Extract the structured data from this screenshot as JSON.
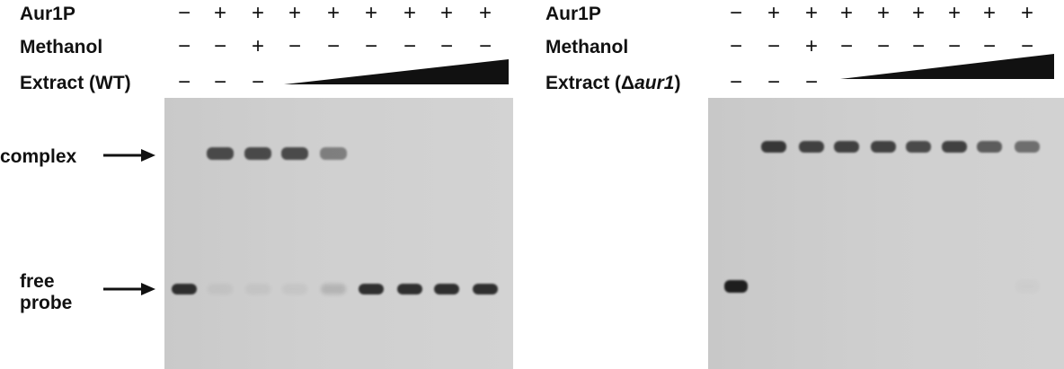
{
  "left_panel": {
    "row_labels": {
      "aur1p": "Aur1P",
      "methanol": "Methanol",
      "extract": "Extract (WT)"
    },
    "aur1p_signs": [
      "−",
      "+",
      "+",
      "+",
      "+",
      "+",
      "+",
      "+",
      "+"
    ],
    "methanol_signs": [
      "−",
      "−",
      "+",
      "−",
      "−",
      "−",
      "−",
      "−",
      "−"
    ],
    "extract_signs": [
      "−",
      "−",
      "−"
    ],
    "complex_band_intensity": [
      0,
      0.75,
      0.75,
      0.75,
      0.45,
      0,
      0,
      0,
      0
    ],
    "free_probe_band_intensity": [
      0.9,
      0.05,
      0.05,
      0.05,
      0.15,
      0.9,
      0.9,
      0.9,
      0.9
    ]
  },
  "right_panel": {
    "row_labels": {
      "aur1p": "Aur1P",
      "methanol": "Methanol",
      "extract_prefix": "Extract (Δ",
      "extract_gene": "aur1",
      "extract_suffix": ")"
    },
    "aur1p_signs": [
      "−",
      "+",
      "+",
      "+",
      "+",
      "+",
      "+",
      "+",
      "+"
    ],
    "methanol_signs": [
      "−",
      "−",
      "+",
      "−",
      "−",
      "−",
      "−",
      "−",
      "−"
    ],
    "extract_signs": [
      "−",
      "−",
      "−"
    ],
    "complex_band_intensity": [
      0,
      0.85,
      0.8,
      0.8,
      0.8,
      0.75,
      0.8,
      0.65,
      0.55
    ],
    "free_probe_band_intensity": [
      1,
      0,
      0,
      0,
      0,
      0,
      0,
      0,
      0.02
    ]
  },
  "side_labels": {
    "complex": "complex",
    "free_line1": "free",
    "free_line2": "probe"
  }
}
